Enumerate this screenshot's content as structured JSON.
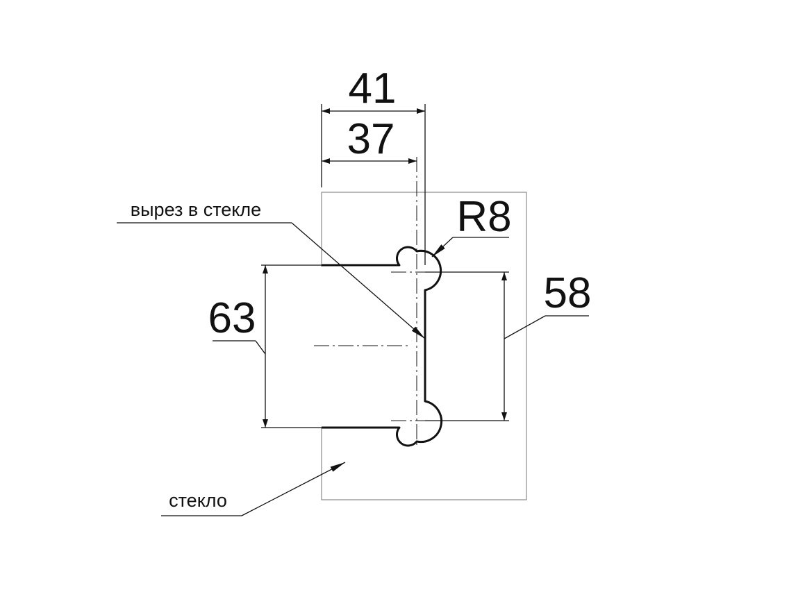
{
  "dimensions": {
    "width_overall": "41",
    "width_inner": "37",
    "radius": "R8",
    "height_left": "63",
    "height_right": "58"
  },
  "labels": {
    "cutout": "вырез в стекле",
    "glass": "стекло"
  }
}
